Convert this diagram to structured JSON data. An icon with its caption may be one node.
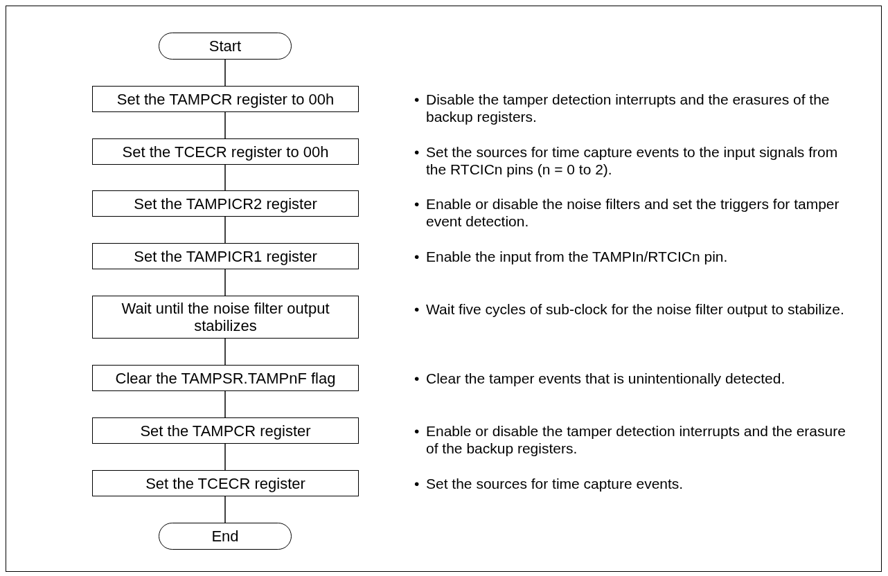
{
  "diagram": {
    "nodes": [
      {
        "text": [
          "Start"
        ]
      },
      {
        "text": [
          "Set the TAMPCR register to 00h"
        ]
      },
      {
        "text": [
          "Set the TCECR register to 00h"
        ]
      },
      {
        "text": [
          "Set the TAMPICR2 register"
        ]
      },
      {
        "text": [
          "Set the TAMPICR1 register"
        ]
      },
      {
        "text": [
          "Wait until the noise filter output stabilizes"
        ]
      },
      {
        "text": [
          "Clear the TAMPSR.TAMPnF flag"
        ]
      },
      {
        "text": [
          "Set the TAMPCR register"
        ]
      },
      {
        "text": [
          "Set the TCECR register"
        ]
      },
      {
        "text": [
          "End"
        ]
      }
    ],
    "edges": [
      {
        "from": 0,
        "to": 1,
        "arrow": "none"
      },
      {
        "from": 1,
        "to": 2,
        "arrow": "none"
      },
      {
        "from": 2,
        "to": 3,
        "arrow": "none"
      },
      {
        "from": 3,
        "to": 4,
        "arrow": "none"
      },
      {
        "from": 4,
        "to": 5,
        "arrow": "none"
      },
      {
        "from": 5,
        "to": 6,
        "arrow": "none"
      },
      {
        "from": 6,
        "to": 7,
        "arrow": "none"
      },
      {
        "from": 7,
        "to": 8,
        "arrow": "none"
      },
      {
        "from": 8,
        "to": 9,
        "arrow": "none"
      }
    ],
    "labels": [
      "•",
      "Disable the tamper detection interrupts and the erasures of the backup registers.",
      "•",
      "Set the sources for time capture events to the input signals from the RTCICn pins (n = 0 to 2).",
      "•",
      "Enable or disable the noise filters and set the triggers for tamper event detection.",
      "•",
      "Enable the input from the TAMPIn/RTCICn pin.",
      "•",
      "Wait five cycles of sub-clock for the noise filter output to stabilize.",
      "•",
      "Clear the tamper events that is unintentionally detected.",
      "•",
      "Enable or disable the tamper detection interrupts and the erasure of the backup registers.",
      "•",
      "Set the sources for time capture events."
    ]
  }
}
